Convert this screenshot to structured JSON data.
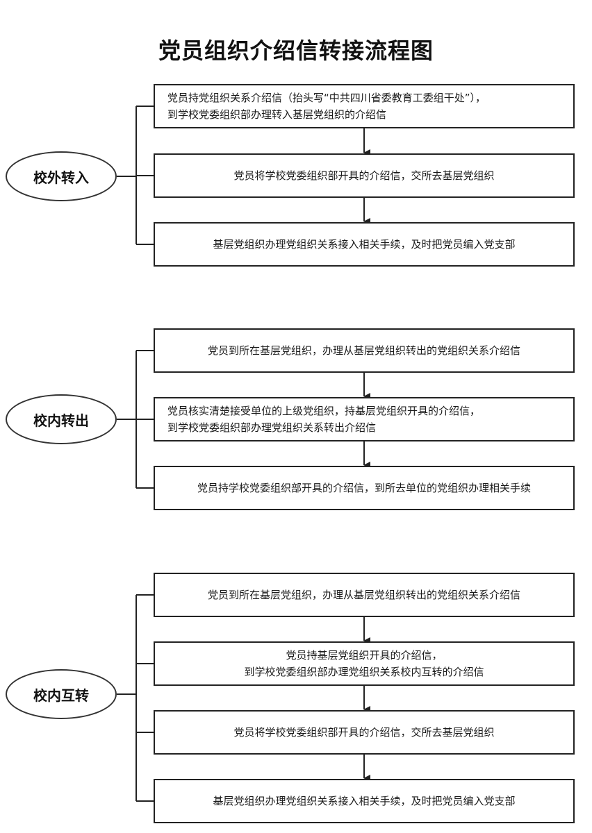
{
  "title": "党员组织介绍信转接流程图",
  "sections": [
    {
      "label": "校外转入",
      "steps": [
        {
          "lines": [
            "党员持党组织关系介绍信（抬头写“中共四川省委教育工委组干处”），",
            "到学校党委组织部办理转入基层党组织的介绍信"
          ]
        },
        {
          "lines": [
            "党员将学校党委组织部开具的介绍信，交所去基层党组织"
          ]
        },
        {
          "lines": [
            "基层党组织办理党组织关系接入相关手续，及时把党员编入党支部"
          ]
        }
      ]
    },
    {
      "label": "校内转出",
      "steps": [
        {
          "lines": [
            "党员到所在基层党组织，办理从基层党组织转出的党组织关系介绍信"
          ]
        },
        {
          "lines": [
            "党员核实清楚接受单位的上级党组织，持基层党组织开具的介绍信，",
            "到学校党委组织部办理党组织关系转出介绍信"
          ]
        },
        {
          "lines": [
            "党员持学校党委组织部开具的介绍信，到所去单位的党组织办理相关手续"
          ]
        }
      ]
    },
    {
      "label": "校内互转",
      "steps": [
        {
          "lines": [
            "党员到所在基层党组织，办理从基层党组织转出的党组织关系介绍信"
          ]
        },
        {
          "lines": [
            "党员持基层党组织开具的介绍信，",
            "到学校党委组织部办理党组织关系校内互转的介绍信"
          ]
        },
        {
          "lines": [
            "党员将学校党委组织部开具的介绍信，交所去基层党组织"
          ]
        },
        {
          "lines": [
            "基层党组织办理党组织关系接入相关手续，及时把党员编入党支部"
          ]
        }
      ]
    }
  ]
}
